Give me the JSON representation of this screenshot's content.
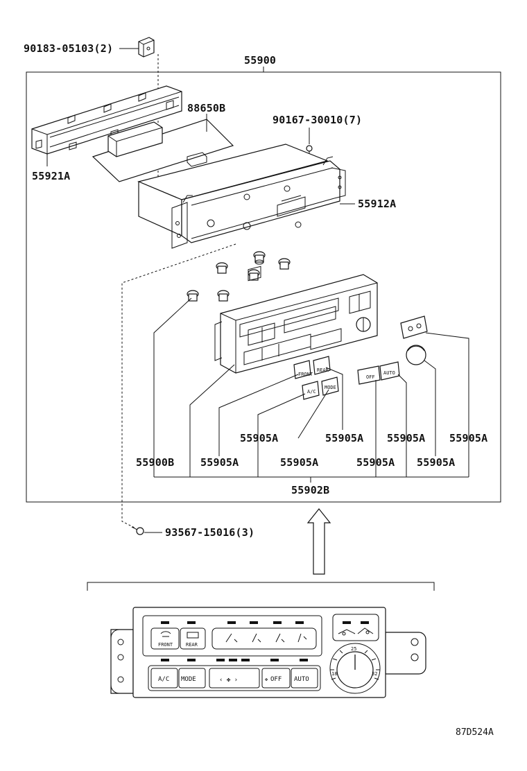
{
  "diagram": {
    "assembly_label": "55900",
    "drawing_code": "87D524A",
    "callouts": {
      "screw_top": "90183-05103(2)",
      "screw_bottom": "93567-15016(3)",
      "screw_right": "90167-30010(7)",
      "display_unit": "88650B",
      "lens_frame": "55921A",
      "panel_frame": "55912A",
      "knob_body": "55900B",
      "sub_assy": "55902B",
      "button_a1": "55905A",
      "button_a2": "55905A",
      "button_a3": "55905A",
      "button_a4": "55905A",
      "button_a5": "55905A",
      "button_a6": "55905A",
      "button_a7": "55905A",
      "button_a8": "55905A"
    },
    "control_panel": {
      "front_label": "FRONT",
      "rear_label": "REAR",
      "ac_label": "A/C",
      "mode_label": "MODE",
      "off_label": "OFF",
      "auto_label": "AUTO",
      "dial_low": "18",
      "dial_mid": "25",
      "dial_high": "32"
    },
    "exploded_labels": {
      "front": "FRONT",
      "rear": "REAR",
      "ac": "A/C",
      "mode": "MODE",
      "off": "OFF",
      "auto": "AUTO"
    }
  }
}
